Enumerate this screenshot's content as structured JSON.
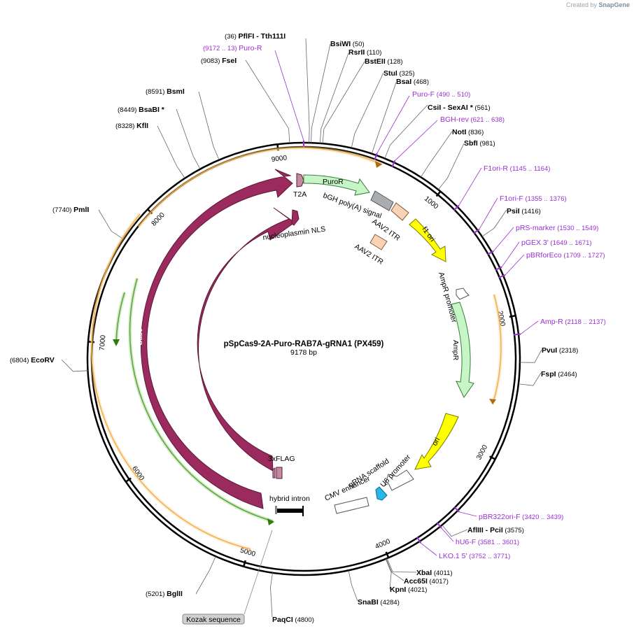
{
  "credit": {
    "prefix": "Created by",
    "brand": "SnapGene"
  },
  "plasmid": {
    "name": "pSpCas9-2A-Puro-RAB7A-gRNA1 (PX459)",
    "size_label": "9178 bp",
    "length": 9178
  },
  "ticks": [
    "1000",
    "2000",
    "3000",
    "4000",
    "5000",
    "6000",
    "7000",
    "8000",
    "9000"
  ],
  "enzymes": [
    {
      "name": "PflFI",
      "pos": "(36)",
      "suffix": "- Tth111I"
    },
    {
      "name": "BsiWI",
      "pos": "(50)"
    },
    {
      "name": "RsrII",
      "pos": "(110)"
    },
    {
      "name": "BstEII",
      "pos": "(128)"
    },
    {
      "name": "StuI",
      "pos": "(325)"
    },
    {
      "name": "BsaI",
      "pos": "(468)"
    },
    {
      "name": "CsiI",
      "pos": "(561)",
      "suffix": "- SexAI *"
    },
    {
      "name": "NotI",
      "pos": "(836)"
    },
    {
      "name": "SbfI",
      "pos": "(981)"
    },
    {
      "name": "PsiI",
      "pos": "(1416)"
    },
    {
      "name": "PvuI",
      "pos": "(2318)"
    },
    {
      "name": "FspI",
      "pos": "(2464)"
    },
    {
      "name": "AflIII",
      "pos": "(3575)",
      "suffix": "- PciI"
    },
    {
      "name": "XbaI",
      "pos": "(4011)"
    },
    {
      "name": "Acc65I",
      "pos": "(4017)"
    },
    {
      "name": "KpnI",
      "pos": "(4021)"
    },
    {
      "name": "SnaBI",
      "pos": "(4284)"
    },
    {
      "name": "PaqCI",
      "pos": "(4800)"
    },
    {
      "name": "BglII",
      "pos": "(5201)"
    },
    {
      "name": "EcoRV",
      "pos": "(6804)"
    },
    {
      "name": "PmlI",
      "pos": "(7740)"
    },
    {
      "name": "KflI",
      "pos": "(8328)"
    },
    {
      "name": "BsaBI *",
      "pos": "(8449)"
    },
    {
      "name": "BsmI",
      "pos": "(8591)"
    },
    {
      "name": "FseI",
      "pos": "(9083)"
    }
  ],
  "primers": [
    {
      "name": "Puro-R",
      "pos": "(9172 .. 13)"
    },
    {
      "name": "Puro-F",
      "pos": "(490 .. 510)"
    },
    {
      "name": "BGH-rev",
      "pos": "(621 .. 638)"
    },
    {
      "name": "F1ori-R",
      "pos": "(1145 .. 1164)"
    },
    {
      "name": "F1ori-F",
      "pos": "(1355 .. 1376)"
    },
    {
      "name": "pRS-marker",
      "pos": "(1530 .. 1549)"
    },
    {
      "name": "pGEX 3'",
      "pos": "(1649 .. 1671)"
    },
    {
      "name": "pBRforEco",
      "pos": "(1709 .. 1727)"
    },
    {
      "name": "Amp-R",
      "pos": "(2118 .. 2137)"
    },
    {
      "name": "pBR322ori-F",
      "pos": "(3420 .. 3439)"
    },
    {
      "name": "hU6-F",
      "pos": "(3581 .. 3601)"
    },
    {
      "name": "LKO.1 5'",
      "pos": "(3752 .. 3771)"
    }
  ],
  "features": {
    "t2a": "T2A",
    "puror": "PuroR",
    "bgh": "bGH poly(A) signal",
    "aav2_itr_1": "AAV2 ITR",
    "aav2_itr_2": "AAV2 ITR",
    "f1ori": "f1 ori",
    "ampr_promoter": "AmpR promoter",
    "ampr": "AmpR",
    "ori": "ori",
    "u6": "U6 promoter",
    "grna": "gRNA scaffold",
    "cmv": "CMV enhancer",
    "hybrid_intron": "hybrid intron",
    "flag": "3xFLAG",
    "nls": "nucleoplasmin NLS",
    "cas9_outer": "Cas9",
    "cas9_inner": "Cas9",
    "kozak": "Kozak sequence"
  },
  "colors": {
    "cas9": "#9b2a5e",
    "puror": "#c6f5c6",
    "amp": "#c6f5c6",
    "ori": "#ffff00",
    "itr": "#fbd3b4",
    "primer": "#9a2fd0",
    "orange": "#f2a12e",
    "green": "#2e7d0e",
    "u6": "#29b6e8",
    "bgh": "#a9adb1"
  }
}
